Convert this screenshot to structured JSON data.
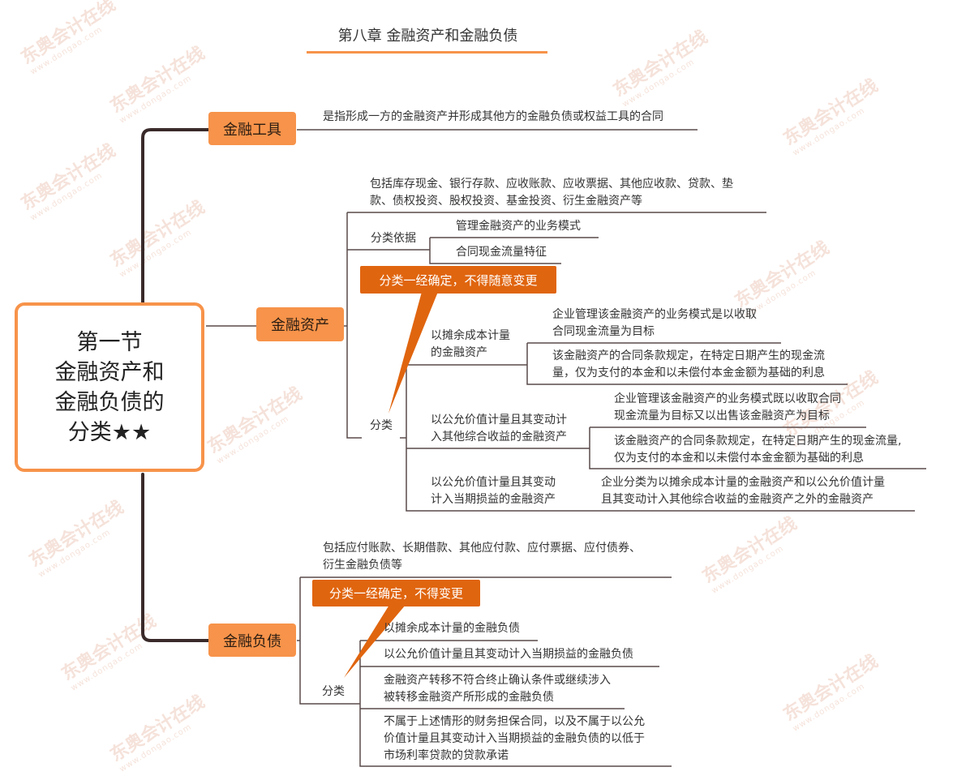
{
  "title": "第八章  金融资产和金融负债",
  "watermark": {
    "brand": "东奥会计在线",
    "url": "www.dongao.com"
  },
  "root": {
    "lines": [
      "第一节",
      "金融资产和",
      "金融负债的",
      "分类★★"
    ]
  },
  "financial_instrument": {
    "label": "金融工具",
    "definition": "是指形成一方的金融资产并形成其他方的金融负债或权益工具的合同"
  },
  "financial_asset": {
    "label": "金融资产",
    "includes": [
      "包括库存现金、银行存款、应收账款、应收票据、其他应收款、贷款、垫",
      "款、债权投资、股权投资、基金投资、衍生金融资产等"
    ],
    "basis_label": "分类依据",
    "basis_items": [
      "管理金融资产的业务模式",
      "合同现金流量特征"
    ],
    "callout": "分类一经确定，不得随意变更",
    "class_label": "分类",
    "classes": [
      {
        "name": [
          "以摊余成本计量",
          "的金融资产"
        ],
        "conditions": [
          [
            "企业管理该金融资产的业务模式是以收取",
            "合同现金流量为目标"
          ],
          [
            "该金融资产的合同条款规定，在特定日期产生的现金流",
            "量，仅为支付的本金和以未偿付本金金额为基础的利息"
          ]
        ]
      },
      {
        "name": [
          "以公允价值计量且其变动计",
          "入其他综合收益的金融资产"
        ],
        "conditions": [
          [
            "企业管理该金融资产的业务模式既以收取合同",
            "现金流量为目标又以出售该金融资产为目标"
          ],
          [
            "该金融资产的合同条款规定，在特定日期产生的现金流量,",
            "仅为支付的本金和以未偿付本金金额为基础的利息"
          ]
        ]
      },
      {
        "name": [
          "以公允价值计量且其变动",
          "计入当期损益的金融资产"
        ],
        "conditions": [
          [
            "企业分类为以摊余成本计量的金融资产和以公允价值计量",
            "且其变动计入其他综合收益的金融资产之外的金融资产"
          ]
        ]
      }
    ]
  },
  "financial_liability": {
    "label": "金融负债",
    "includes": [
      "包括应付账款、长期借款、其他应付款、应付票据、应付债券、",
      "衍生金融负债等"
    ],
    "callout": "分类一经确定，不得变更",
    "class_label": "分类",
    "classes": [
      [
        "以摊余成本计量的金融负债"
      ],
      [
        "以公允价值计量且其变动计入当期损益的金融负债"
      ],
      [
        "金融资产转移不符合终止确认条件或继续涉入",
        "被转移金融资产所形成的金融负债"
      ],
      [
        "不属于上述情形的财务担保合同，以及不属于以公允",
        "价值计量且其变动计入当期损益的金融负债的以低于",
        "市场利率贷款的贷款承诺"
      ]
    ]
  },
  "colors": {
    "node": "#f7934a",
    "callout": "#e0650f",
    "trunk": "#3a2a2a",
    "line": "#5a4a4a"
  }
}
